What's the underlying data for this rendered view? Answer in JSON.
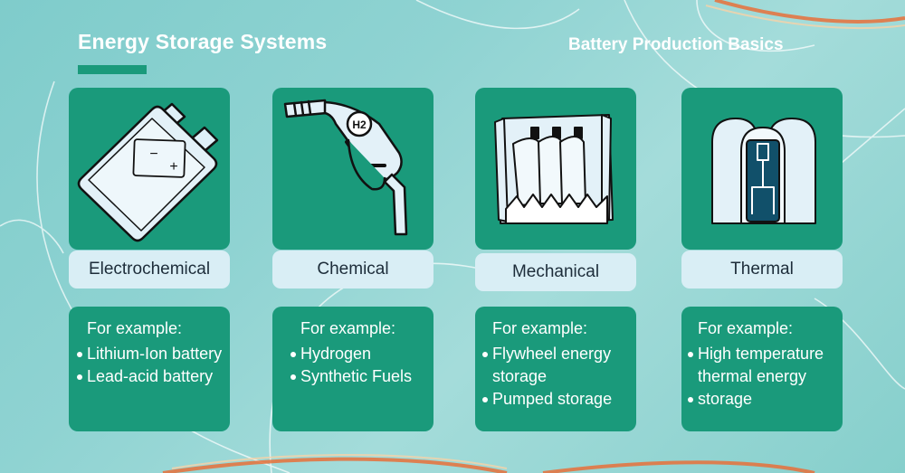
{
  "header": {
    "title": "Energy Storage Systems",
    "subtitle": "Battery Production Basics"
  },
  "colors": {
    "background": "#8fd3d2",
    "card_green": "#1a9a7b",
    "label_light": "#d9eef5",
    "accent_orange": "#e8703a"
  },
  "categories": [
    {
      "label": "Electrochemical",
      "icon": "battery-cell-icon",
      "icon_marks": [
        "−",
        "+"
      ],
      "example_heading": "For example:",
      "examples": [
        "Lithium-Ion battery",
        "Lead-acid battery"
      ]
    },
    {
      "label": "Chemical",
      "icon": "hydrogen-nozzle-icon",
      "icon_marks": [
        "H2"
      ],
      "example_heading": "For example:",
      "examples": [
        "Hydrogen",
        "Synthetic Fuels"
      ]
    },
    {
      "label": "Mechanical",
      "icon": "pumped-storage-dam-icon",
      "icon_marks": [],
      "example_heading": "For example:",
      "examples": [
        "Flywheel energy storage",
        "Pumped storage"
      ]
    },
    {
      "label": "Thermal",
      "icon": "thermal-tank-icon",
      "icon_marks": [],
      "example_heading": "For example:",
      "examples": [
        "High temperature thermal energy",
        "storage"
      ]
    }
  ]
}
